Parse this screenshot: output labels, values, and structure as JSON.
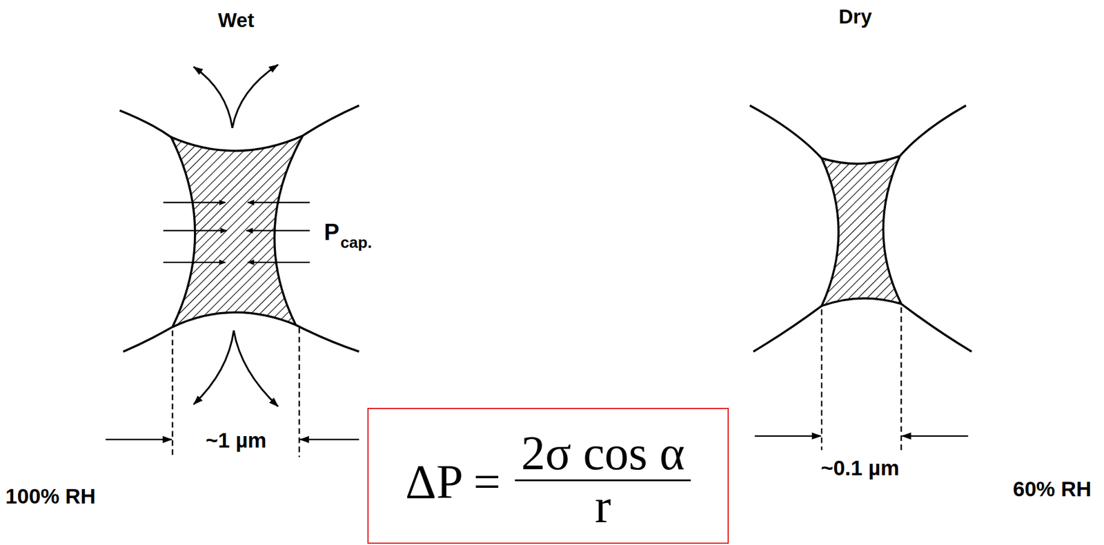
{
  "diagram": {
    "nodes": [
      {
        "text": [
          "ΔP =",
          "2σ cos α",
          "r"
        ]
      }
    ],
    "edges": [],
    "labels": [
      "Wet",
      "P",
      "cap.",
      "~1 µm",
      "100% RH",
      "Dry",
      "~0.1 µm",
      "60% RH"
    ]
  }
}
